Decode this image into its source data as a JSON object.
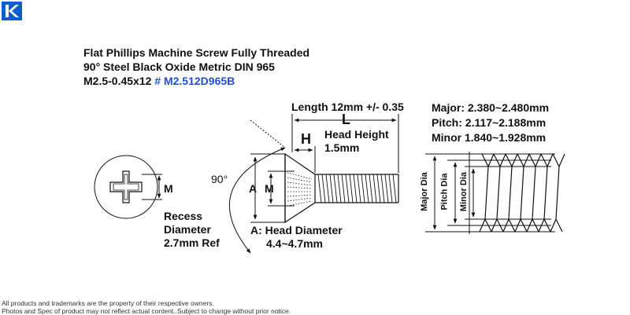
{
  "logo": {
    "icon": "k-logo-icon",
    "color": "#0a5fd0"
  },
  "title": {
    "line1": "Flat Phillips Machine Screw Fully Threaded",
    "line2": "90° Steel Black Oxide Metric DIN 965",
    "line3_prefix": "M2.5-0.45x12",
    "part_number": "# M2.512D965B"
  },
  "labels": {
    "m_left": "M",
    "recess": [
      "Recess",
      "Diameter",
      "2.7mm Ref"
    ],
    "angle": "90°",
    "a": "A",
    "m_center": "M",
    "length": "Length 12mm +/- 0.35",
    "l": "L",
    "h": "H",
    "head_height": [
      "Head Height",
      "1.5mm"
    ],
    "head_diameter": [
      "A: Head Diameter",
      "4.4~4.7mm"
    ],
    "major": "Major: 2.380~2.480mm",
    "pitch": "Pitch: 2.117~2.188mm",
    "minor": "Minor 1.840~1.928mm",
    "major_dia": "Major Dia",
    "pitch_dia": "Pitch Dia",
    "minor_dia": "Minor Dia"
  },
  "footer": {
    "line1": "All products and trademarks are the property of their respective owners.",
    "line2": "Photos and Spec of product may not reflect actual content..Subject to change without prior notice."
  },
  "colors": {
    "part_number": "#1f4fd8",
    "line": "#111111"
  }
}
